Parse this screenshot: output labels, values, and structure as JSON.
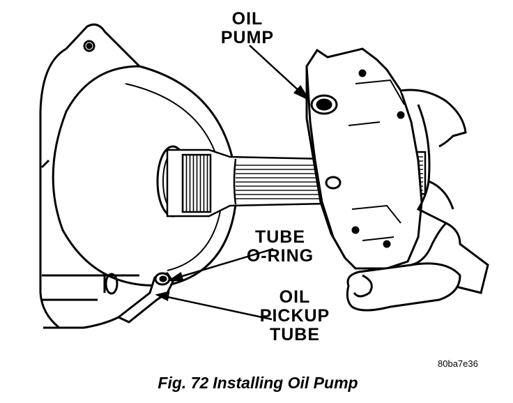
{
  "callouts": {
    "oil_pump": [
      "OIL",
      "PUMP"
    ],
    "tube_oring": [
      "TUBE",
      "O-RING"
    ],
    "oil_pickup_tube": [
      "OIL",
      "PICKUP",
      "TUBE"
    ]
  },
  "figure_id": "80ba7e36",
  "caption": {
    "number": "Fig. 72",
    "title": "Installing Oil Pump"
  }
}
